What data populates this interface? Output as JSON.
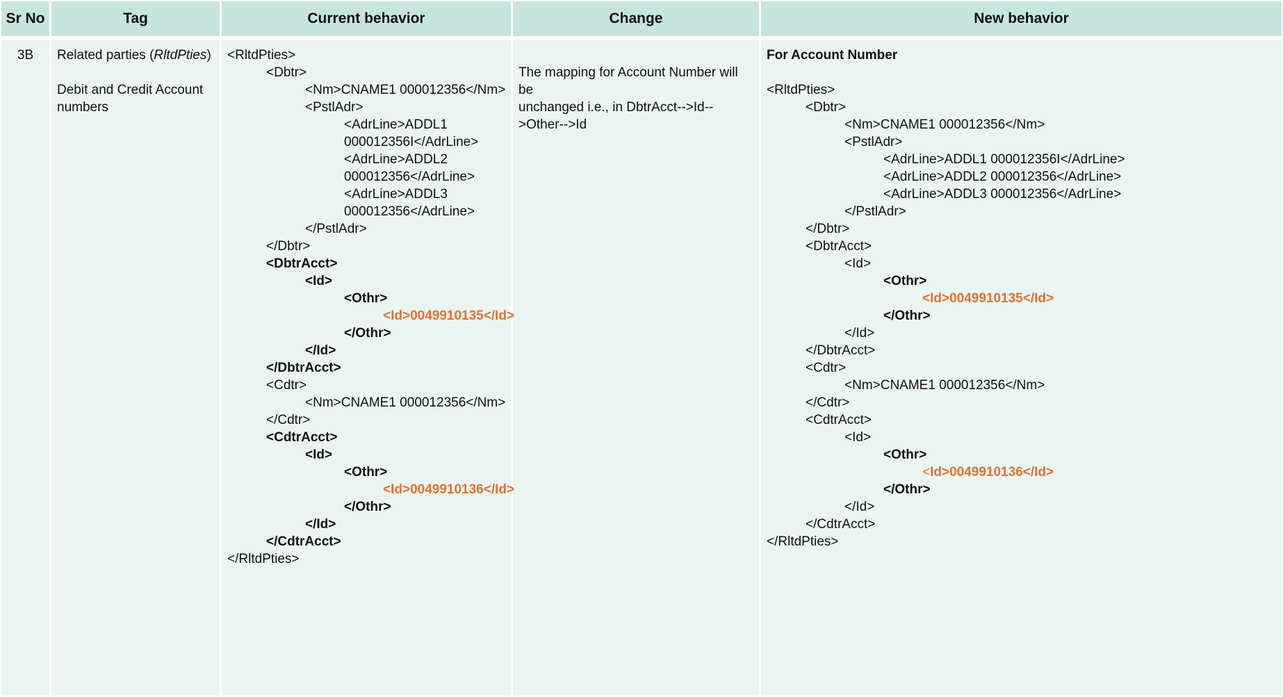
{
  "headers": {
    "sr_no": "Sr No",
    "tag": "Tag",
    "current": "Current behavior",
    "change": "Change",
    "new": "New behavior"
  },
  "row": {
    "sr_no": "3B",
    "tag_prefix": "Related parties (",
    "tag_italic": "RltdPties",
    "tag_suffix": ")",
    "tag_note_line1": "Debit and Credit Account",
    "tag_note_line2": "numbers",
    "change_line1": "The mapping for Account Number will be",
    "change_line2": "unchanged i.e., in DbtrAcct-->Id-->Other-->Id"
  },
  "current_lines": [
    {
      "t": "<RltdPties>",
      "lvl": 0,
      "style": ""
    },
    {
      "t": "<Dbtr>",
      "lvl": 1,
      "style": ""
    },
    {
      "t": "<Nm>CNAME1 000012356</Nm>",
      "lvl": 2,
      "style": ""
    },
    {
      "t": "<PstlAdr>",
      "lvl": 2,
      "style": ""
    },
    {
      "t": "<AdrLine>ADDL1",
      "lvl": 3,
      "style": ""
    },
    {
      "t": "000012356I</AdrLine>",
      "lvl": 3,
      "style": ""
    },
    {
      "t": "<AdrLine>ADDL2",
      "lvl": 3,
      "style": ""
    },
    {
      "t": "000012356</AdrLine>",
      "lvl": 3,
      "style": ""
    },
    {
      "t": "<AdrLine>ADDL3",
      "lvl": 3,
      "style": ""
    },
    {
      "t": "000012356</AdrLine>",
      "lvl": 3,
      "style": ""
    },
    {
      "t": "</PstlAdr>",
      "lvl": 2,
      "style": ""
    },
    {
      "t": "</Dbtr>",
      "lvl": 1,
      "style": ""
    },
    {
      "t": "<DbtrAcct>",
      "lvl": 1,
      "style": "b"
    },
    {
      "t": "<Id>",
      "lvl": 2,
      "style": "b"
    },
    {
      "t": "<Othr>",
      "lvl": 3,
      "style": "b"
    },
    {
      "t": "<Id>0049910135</Id>",
      "lvl": 4,
      "style": "hl"
    },
    {
      "t": "</Othr>",
      "lvl": 3,
      "style": "b"
    },
    {
      "t": "</Id>",
      "lvl": 2,
      "style": "b"
    },
    {
      "t": "</DbtrAcct>",
      "lvl": 1,
      "style": "b"
    },
    {
      "t": "<Cdtr>",
      "lvl": 1,
      "style": ""
    },
    {
      "t": "<Nm>CNAME1 000012356</Nm>",
      "lvl": 2,
      "style": ""
    },
    {
      "t": "</Cdtr>",
      "lvl": 1,
      "style": ""
    },
    {
      "t": "<CdtrAcct>",
      "lvl": 1,
      "style": "b"
    },
    {
      "t": "<Id>",
      "lvl": 2,
      "style": "b"
    },
    {
      "t": "<Othr>",
      "lvl": 3,
      "style": "b"
    },
    {
      "t": "<Id>0049910136</Id>",
      "lvl": 4,
      "style": "hl"
    },
    {
      "t": "</Othr>",
      "lvl": 3,
      "style": "b"
    },
    {
      "t": "</Id>",
      "lvl": 2,
      "style": "b"
    },
    {
      "t": "</CdtrAcct>",
      "lvl": 1,
      "style": "b"
    },
    {
      "t": "</RltdPties>",
      "lvl": 0,
      "style": ""
    }
  ],
  "new_heading": "For Account Number",
  "new_lines": [
    {
      "t": "<RltdPties>",
      "lvl": 0,
      "style": ""
    },
    {
      "t": "<Dbtr>",
      "lvl": 1,
      "style": ""
    },
    {
      "t": "<Nm>CNAME1 000012356</Nm>",
      "lvl": 2,
      "style": ""
    },
    {
      "t": "<PstlAdr>",
      "lvl": 2,
      "style": ""
    },
    {
      "t": "<AdrLine>ADDL1 000012356I</AdrLine>",
      "lvl": 3,
      "style": ""
    },
    {
      "t": "<AdrLine>ADDL2 000012356</AdrLine>",
      "lvl": 3,
      "style": ""
    },
    {
      "t": "<AdrLine>ADDL3 000012356</AdrLine>",
      "lvl": 3,
      "style": ""
    },
    {
      "t": "</PstlAdr>",
      "lvl": 2,
      "style": ""
    },
    {
      "t": "</Dbtr>",
      "lvl": 1,
      "style": ""
    },
    {
      "t": "<DbtrAcct>",
      "lvl": 1,
      "style": ""
    },
    {
      "t": "<Id>",
      "lvl": 2,
      "style": ""
    },
    {
      "t": "<Othr>",
      "lvl": 3,
      "style": "b"
    },
    {
      "t": "<Id>0049910135</Id>",
      "lvl": 4,
      "style": "hl"
    },
    {
      "t": "</Othr>",
      "lvl": 3,
      "style": "b"
    },
    {
      "t": "</Id>",
      "lvl": 2,
      "style": ""
    },
    {
      "t": "</DbtrAcct>",
      "lvl": 1,
      "style": ""
    },
    {
      "t": "<Cdtr>",
      "lvl": 1,
      "style": ""
    },
    {
      "t": "<Nm>CNAME1 000012356</Nm>",
      "lvl": 2,
      "style": ""
    },
    {
      "t": "</Cdtr>",
      "lvl": 1,
      "style": ""
    },
    {
      "t": "<CdtrAcct>",
      "lvl": 1,
      "style": ""
    },
    {
      "t": "<Id>",
      "lvl": 2,
      "style": ""
    },
    {
      "t": "<Othr>",
      "lvl": 3,
      "style": "b"
    },
    {
      "t": "<Id>0049910136</Id>",
      "lvl": 4,
      "style": "hl-mixed"
    },
    {
      "t": "</Othr>",
      "lvl": 3,
      "style": "b"
    },
    {
      "t": "</Id>",
      "lvl": 2,
      "style": ""
    },
    {
      "t": "</CdtrAcct>",
      "lvl": 1,
      "style": ""
    },
    {
      "t": "</RltdPties>",
      "lvl": 0,
      "style": ""
    }
  ],
  "colors": {
    "header_bg": "#c7e4dd",
    "body_bg": "#eaf5f2",
    "highlight": "#e8702a"
  }
}
